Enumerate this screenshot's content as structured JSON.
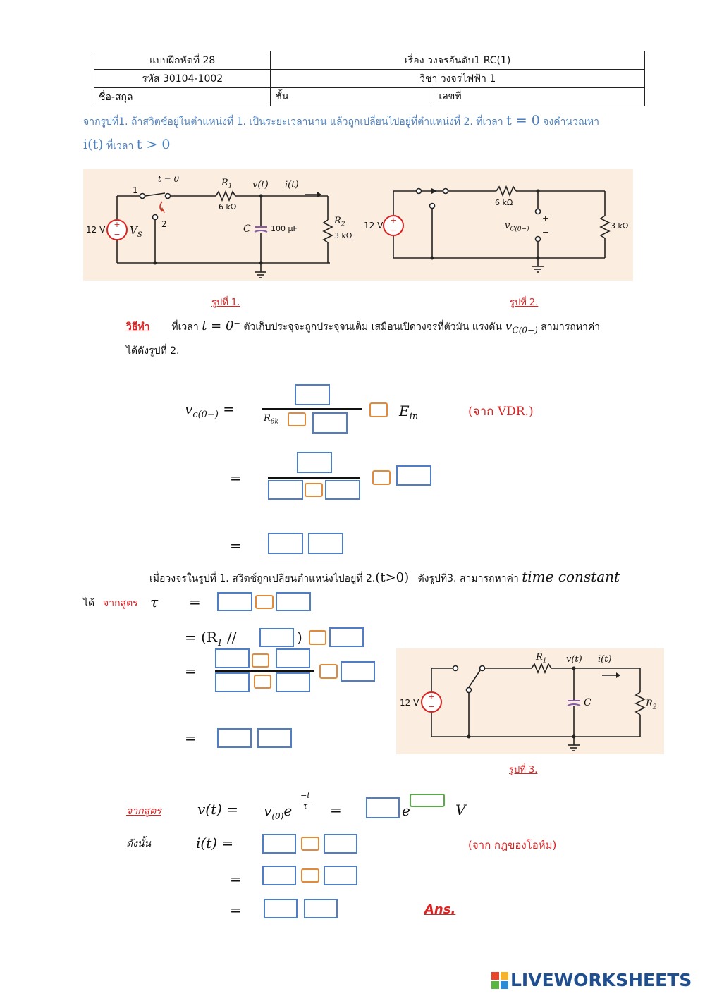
{
  "header": {
    "exercise": "แบบฝึกหัดที่ 28",
    "topic": "เรื่อง  วงจรอันดับ1 RC(1)",
    "code": "รหัส 30104-1002",
    "subject": "วิชา วงจรไฟฟ้า 1",
    "name_label": "ชื่อ-สกุล",
    "class_label": "ชั้น",
    "number_label": "เลขที่"
  },
  "question": {
    "line1": "จากรูปที่1.  ถ้าสวิตช์อยู่ในตำแหน่งที่ 1. เป็นระยะเวลานาน แล้วถูกเปลี่ยนไปอยู่ที่ตำแหน่งที่ 2. ที่เวลา",
    "t0": "t = 0",
    "line1_end": "จงคำนวณหา",
    "it": "i(t)",
    "line2": "ที่เวลา",
    "tgt": "t > 0"
  },
  "fig1": {
    "caption": "รูปที่ 1.",
    "i0": "t = 0",
    "pos1": "1",
    "pos2": "2",
    "source": "12 V",
    "vs": "V",
    "vs_sub": "S",
    "r1": "R",
    "r1_sub": "1",
    "r1_val": "6 kΩ",
    "vt": "v(t)",
    "it": "i(t)",
    "c": "C",
    "c_val": "100 μF",
    "r2": "R",
    "r2_sub": "2",
    "r2_val": "3 kΩ"
  },
  "fig2": {
    "caption": "รูปที่ 2.",
    "source": "12 V",
    "r1_val": "6 kΩ",
    "vc": "v",
    "vc_sub": "C(0−)",
    "plus": "+",
    "minus": "−",
    "r2_val": "3 kΩ"
  },
  "fig3": {
    "caption": "รูปที่ 3.",
    "source": "12 V",
    "r1": "R",
    "r1_sub": "1",
    "vt": "v(t)",
    "it": "i(t)",
    "c": "C",
    "r2": "R",
    "r2_sub": "2"
  },
  "method": {
    "label": "วิธีทำ",
    "text1": "ที่เวลา",
    "t0minus": "t = 0⁻",
    "text2": "ตัวเก็บประจุจะถูกประจุจนเต็ม เสมือนเปิดวงจรที่ตัวมัน แรงดัน",
    "vc0": "v",
    "vc0_sub": "C(0−)",
    "text3": "สามารถหาค่า",
    "line2": "ได้ดังรูปที่ 2."
  },
  "vdr": {
    "lhs": "v",
    "lhs_sub": "c(0−)",
    "eq": "=",
    "r6k": "R",
    "r6k_sub": "6k",
    "ein": "E",
    "ein_sub": "in",
    "note": "(จาก VDR.)"
  },
  "tau_section": {
    "text": "เมื่อวงจรในรูปที่ 1. สวิตช์ถูกเปลี่ยนตำแหน่งไปอยู่ที่ 2.",
    "tgt0": "(t>0)",
    "text2": "ดังรูปที่3. สามารถหาค่า",
    "tc": "time constant",
    "dai": "ได้",
    "from_formula": "จากสูตร",
    "tau": "τ",
    "r1_par_open": "= (R",
    "r1_sub": "1",
    "par": " //",
    "close": ")"
  },
  "result": {
    "from_formula": "จากสูตร",
    "vt": "v(t) =",
    "v0": "v",
    "v0_sub": "(0)",
    "e": "e",
    "exp_num": "−t",
    "exp_den": "τ",
    "eq": "=",
    "e2": "e",
    "unit": "V",
    "therefore": "ดังนั้น",
    "it": "i(t)  =",
    "ohm_note": "(จาก กฎของโอห์ม)",
    "ans": "Ans."
  },
  "logo": {
    "text": "LIVEWORKSHEETS",
    "colors": [
      "#e8452c",
      "#f6b22b",
      "#5bb543",
      "#2d8bd6"
    ]
  }
}
